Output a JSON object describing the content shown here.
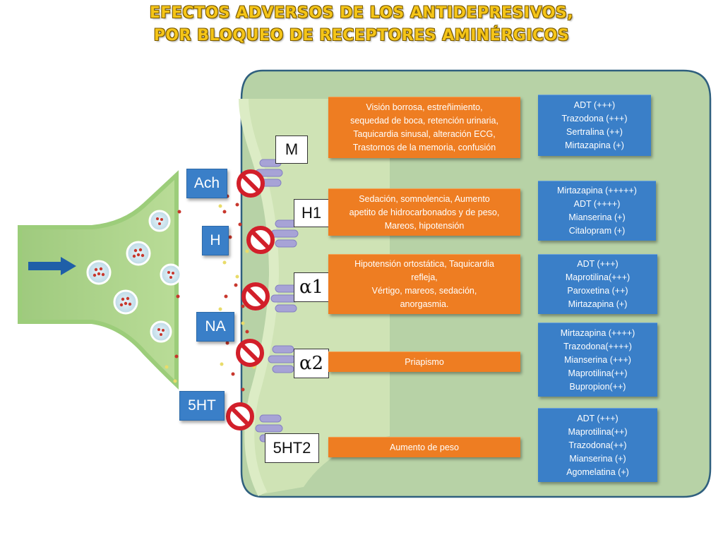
{
  "title": {
    "line1": "EFECTOS ADVERSOS DE LOS ANTIDEPRESIVOS,",
    "line2": "POR BLOQUEO DE RECEPTORES AMINÉRGICOS"
  },
  "colors": {
    "title_fill": "#f5c518",
    "cell_panel": "#b7d2a6",
    "membrane": "#cfe3b5",
    "neurotransmitter_box": "#3a7fc8",
    "effect_box": "#ee7d22",
    "drug_box": "#3a7fc8",
    "block_sign": "#d21f2a",
    "receptor": "#a7a3d6",
    "arrow": "#1f5fa8"
  },
  "neurotransmitters": [
    {
      "id": "ach",
      "label": "Ach"
    },
    {
      "id": "h",
      "label": "H"
    },
    {
      "id": "na",
      "label": "NA"
    },
    {
      "id": "5ht",
      "label": "5HT"
    }
  ],
  "receptors": [
    {
      "id": "m",
      "label": "M"
    },
    {
      "id": "h1",
      "label": "H1"
    },
    {
      "id": "alpha1",
      "label": "α1"
    },
    {
      "id": "alpha2",
      "label": "α2"
    },
    {
      "id": "5ht2",
      "label": "5HT2"
    }
  ],
  "effects": [
    {
      "id": "m",
      "lines": [
        "Visión borrosa, estreñimiento,",
        "sequedad de boca, retención urinaria,",
        "Taquicardia sinusal,  alteración ECG,",
        "Trastornos de la memoria, confusión"
      ]
    },
    {
      "id": "h1",
      "lines": [
        "Sedación, somnolencia,  Aumento",
        "apetito de hidrocarbonados y de peso,",
        "Mareos, hipotensión"
      ]
    },
    {
      "id": "alpha1",
      "lines": [
        "Hipotensión  ortostática,  Taquicardia",
        "refleja,",
        "Vértigo, mareos, sedación,",
        "anorgasmia."
      ]
    },
    {
      "id": "alpha2",
      "lines": [
        "Priapismo"
      ]
    },
    {
      "id": "5ht2",
      "lines": [
        "Aumento de peso"
      ]
    }
  ],
  "drugs": [
    {
      "id": "m",
      "lines": [
        "ADT (+++)",
        "Trazodona (+++)",
        "Sertralina (++)",
        "Mirtazapina (+)"
      ]
    },
    {
      "id": "h1",
      "lines": [
        "Mirtazapina (+++++)",
        "ADT (++++)",
        "Mianserina (+)",
        "Citalopram (+)"
      ]
    },
    {
      "id": "alpha1",
      "lines": [
        "ADT (+++)",
        "Maprotilina(+++)",
        "Paroxetina (++)",
        "Mirtazapina (+)"
      ]
    },
    {
      "id": "alpha2",
      "lines": [
        "Mirtazapina (++++)",
        "Trazodona(++++)",
        "Mianserina (+++)",
        "Maprotilina(++)",
        "Bupropion(++)"
      ]
    },
    {
      "id": "5ht2",
      "lines": [
        "ADT (+++)",
        "Maprotilina(++)",
        "Trazodona(++)",
        "Mianserina (+)",
        "Agomelatina (+)"
      ]
    }
  ]
}
